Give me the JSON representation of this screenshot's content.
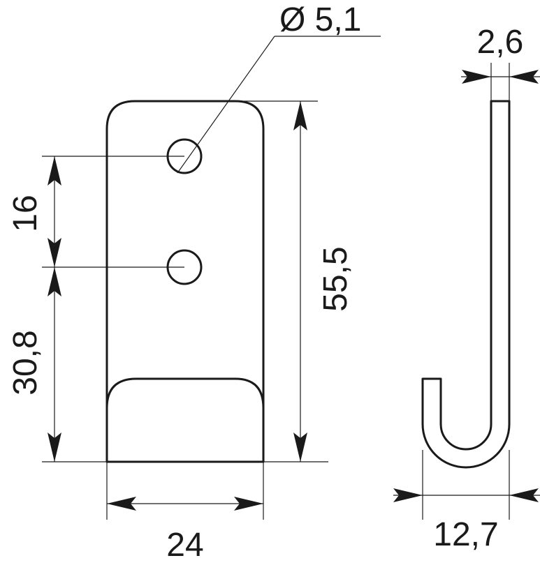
{
  "drawing": {
    "hole_diameter": "Ø 5,1",
    "hole_spacing": "16",
    "bottom_to_hole": "30,8",
    "total_height": "55,5",
    "width": "24",
    "thickness": "2,6",
    "hook_depth": "12,7"
  },
  "colors": {
    "line": "#1a1a1a",
    "background": "#ffffff"
  }
}
